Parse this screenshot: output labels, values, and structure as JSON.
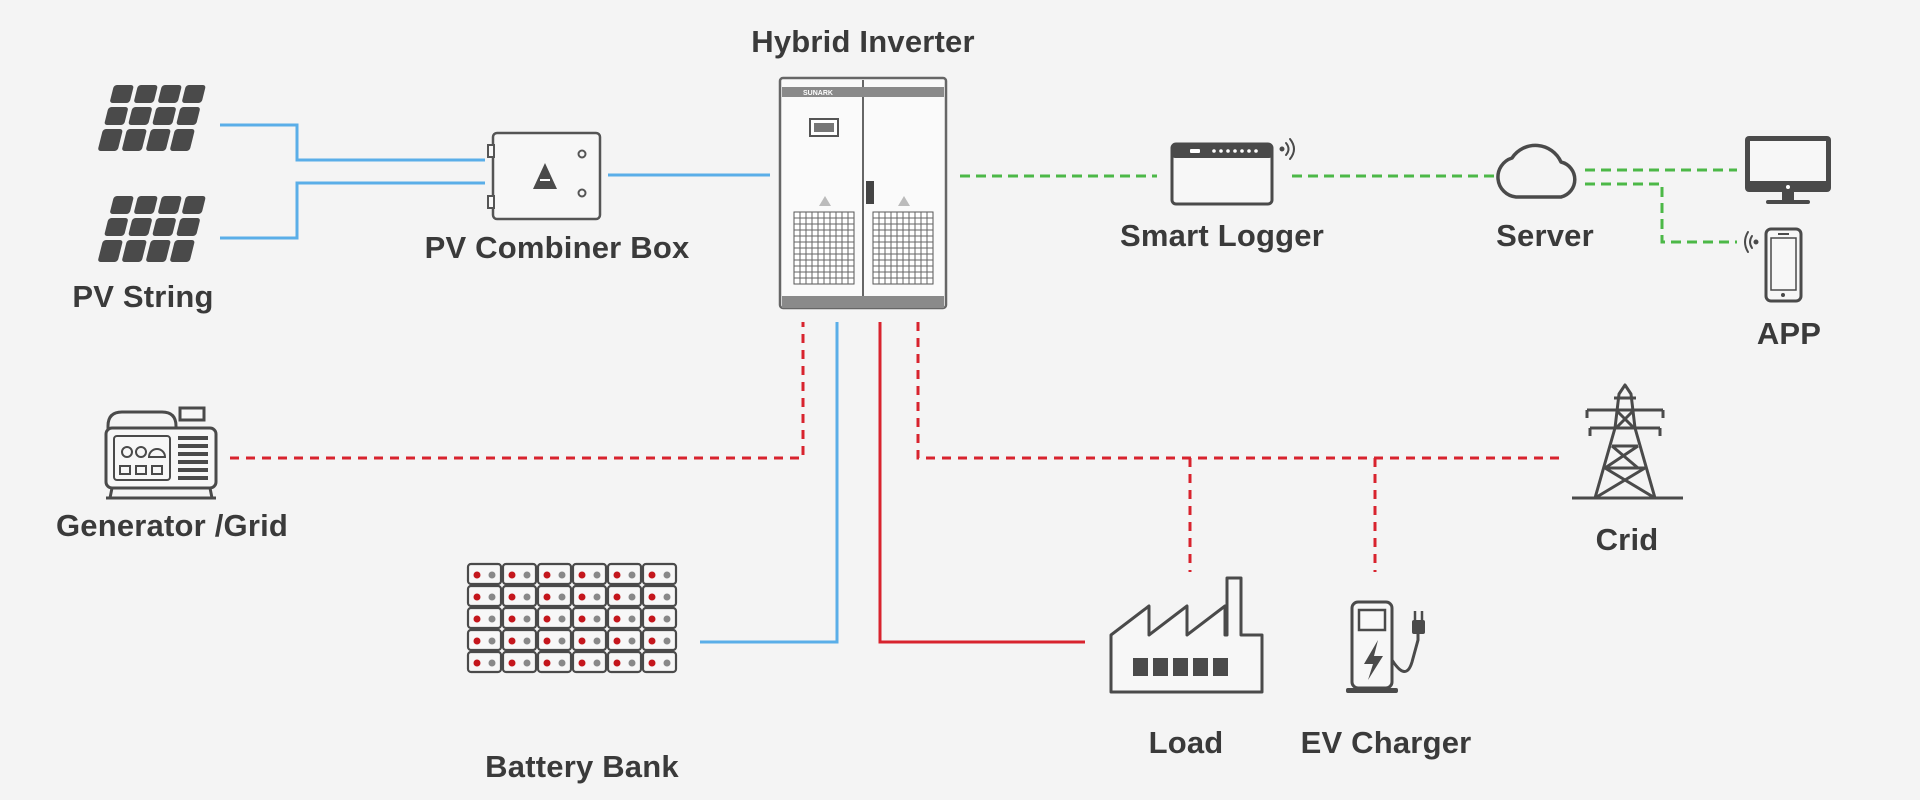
{
  "labels": {
    "pv_string": "PV String",
    "pv_combiner_box": "PV Combiner Box",
    "hybrid_inverter": "Hybrid Inverter",
    "smart_logger": "Smart Logger",
    "server": "Server",
    "app": "APP",
    "generator_grid": "Generator /Grid",
    "battery_bank": "Battery Bank",
    "load": "Load",
    "ev_charger": "EV Charger",
    "grid": "Crid"
  },
  "inverter_brand": "SUNARK",
  "colors": {
    "background": "#f4f4f4",
    "dc_line": "#5aaee8",
    "ac_line": "#d8232e",
    "comm_line": "#4cb847",
    "icon": "#4a4a4a",
    "label": "#3a3a3a",
    "battery_terminal": "#c4161c"
  },
  "icons": [
    "solar-panel-icon",
    "combiner-box-icon",
    "inverter-cabinet-icon",
    "data-logger-icon",
    "cloud-icon",
    "monitor-icon",
    "smartphone-icon",
    "generator-icon",
    "battery-bank-icon",
    "factory-icon",
    "ev-charger-icon",
    "transmission-tower-icon"
  ]
}
